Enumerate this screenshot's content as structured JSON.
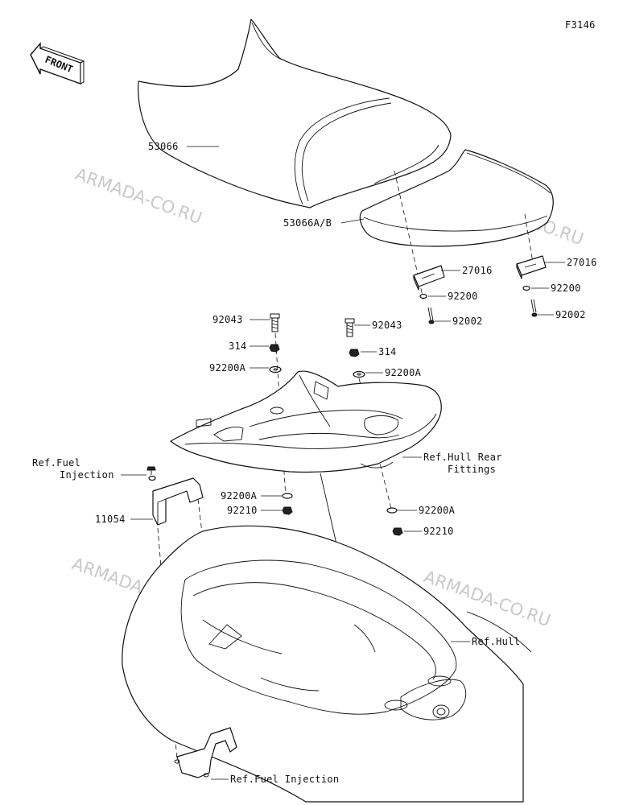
{
  "figure_code": "F3146",
  "front_label": "FRONT",
  "watermark": "ARMADA-CO.RU",
  "labels": {
    "seat_front": "53066",
    "seat_rear": "53066A/B",
    "bracket_left": "27016",
    "bracket_right": "27016",
    "washer_left": "92200",
    "washer_right": "92200",
    "bolt_left": "92002",
    "bolt_right": "92002",
    "bolt_mid_left": "92043",
    "bolt_mid_right": "92043",
    "nut_left": "314",
    "nut_right": "314",
    "washer_a_top_left": "92200A",
    "washer_a_top_right": "92200A",
    "hull_rear_fittings_1": "Ref.Hull Rear",
    "hull_rear_fittings_2": "Fittings",
    "fuel_injection_top_1": "Ref.Fuel",
    "fuel_injection_top_2": "Injection",
    "bracket_11054": "11054",
    "washer_a_low_left": "92200A",
    "nut_low_left": "92210",
    "washer_a_low_right": "92200A",
    "nut_low_right": "92210",
    "hull": "Ref.Hull",
    "fuel_injection_bottom": "Ref.Fuel Injection"
  }
}
